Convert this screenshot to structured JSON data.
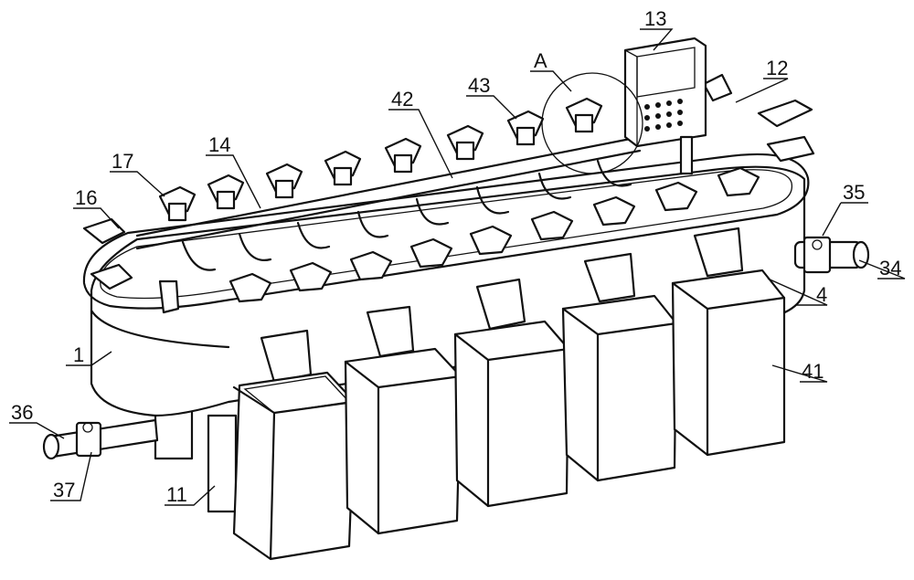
{
  "labels": {
    "l13": "13",
    "lA": "A",
    "l12": "12",
    "l43": "43",
    "l42": "42",
    "l17": "17",
    "l14": "14",
    "l16": "16",
    "l35": "35",
    "l34": "34",
    "l4": "4",
    "l41": "41",
    "l1": "1",
    "l36": "36",
    "l37": "37",
    "l11": "11"
  }
}
